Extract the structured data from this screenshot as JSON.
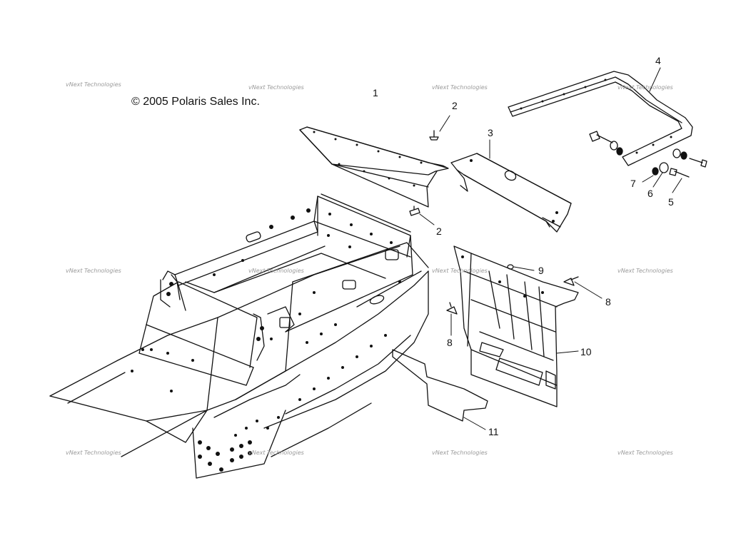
{
  "copyright": "© 2005 Polaris Sales Inc.",
  "watermark": "vNext Technologies",
  "callouts": {
    "c1": "1",
    "c2a": "2",
    "c2b": "2",
    "c3": "3",
    "c4": "4",
    "c5": "5",
    "c6": "6",
    "c7": "7",
    "c8a": "8",
    "c8b": "8",
    "c9": "9",
    "c10": "10",
    "c11": "11"
  }
}
